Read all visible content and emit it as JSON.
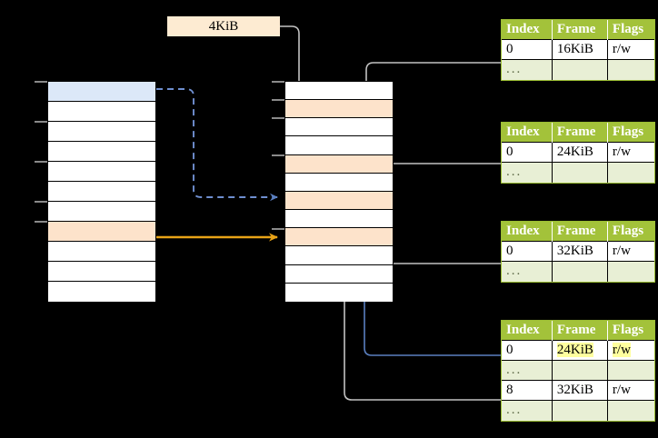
{
  "diagram": {
    "title_label": "4KiB",
    "colors": {
      "table_header_green": "#a3c23a",
      "table_ellipsis_green": "#e8efd5",
      "highlight_yellow": "#ffff9e",
      "cell_peach": "#fde3cb",
      "cell_blue": "#dce8f8",
      "arrow_orange": "#e8a317",
      "arrow_blue": "#5a7fc0",
      "arrow_gray": "#b3b3b3",
      "label_bg": "#fdebd2"
    },
    "left_column": {
      "name": "virtual-address-space-column",
      "row_count": 11,
      "rows": [
        {
          "index": 0,
          "fill": "blue",
          "label": ""
        },
        {
          "index": 1,
          "fill": "white",
          "label": ""
        },
        {
          "index": 2,
          "fill": "white",
          "label": ""
        },
        {
          "index": 3,
          "fill": "white",
          "label": ""
        },
        {
          "index": 4,
          "fill": "white",
          "label": ""
        },
        {
          "index": 5,
          "fill": "white",
          "label": ""
        },
        {
          "index": 6,
          "fill": "white",
          "label": ""
        },
        {
          "index": 7,
          "fill": "peach",
          "label": ""
        },
        {
          "index": 8,
          "fill": "white",
          "label": ""
        },
        {
          "index": 9,
          "fill": "white",
          "label": ""
        },
        {
          "index": 10,
          "fill": "white",
          "label": ""
        }
      ]
    },
    "middle_column": {
      "name": "physical-memory-column",
      "row_count": 12,
      "rows": [
        {
          "index": 0,
          "fill": "white",
          "label": ""
        },
        {
          "index": 1,
          "fill": "peach",
          "label": ""
        },
        {
          "index": 2,
          "fill": "white",
          "label": ""
        },
        {
          "index": 3,
          "fill": "white",
          "label": ""
        },
        {
          "index": 4,
          "fill": "peach",
          "label": ""
        },
        {
          "index": 5,
          "fill": "white",
          "label": ""
        },
        {
          "index": 6,
          "fill": "peach",
          "label": ""
        },
        {
          "index": 7,
          "fill": "white",
          "label": ""
        },
        {
          "index": 8,
          "fill": "peach",
          "label": ""
        },
        {
          "index": 9,
          "fill": "white",
          "label": ""
        },
        {
          "index": 10,
          "fill": "white",
          "label": ""
        },
        {
          "index": 11,
          "fill": "white",
          "label": ""
        }
      ]
    },
    "page_tables": [
      {
        "name": "page-table-1",
        "headers": [
          "Index",
          "Frame",
          "Flags"
        ],
        "rows": [
          {
            "cells": [
              "0",
              "16KiB",
              "r/w"
            ],
            "style": "normal",
            "highlight": [
              false,
              false,
              false
            ]
          },
          {
            "cells": [
              "...",
              "",
              ""
            ],
            "style": "ellipsis",
            "highlight": [
              false,
              false,
              false
            ]
          }
        ]
      },
      {
        "name": "page-table-2",
        "headers": [
          "Index",
          "Frame",
          "Flags"
        ],
        "rows": [
          {
            "cells": [
              "0",
              "24KiB",
              "r/w"
            ],
            "style": "normal",
            "highlight": [
              false,
              false,
              false
            ]
          },
          {
            "cells": [
              "...",
              "",
              ""
            ],
            "style": "ellipsis",
            "highlight": [
              false,
              false,
              false
            ]
          }
        ]
      },
      {
        "name": "page-table-3",
        "headers": [
          "Index",
          "Frame",
          "Flags"
        ],
        "rows": [
          {
            "cells": [
              "0",
              "32KiB",
              "r/w"
            ],
            "style": "normal",
            "highlight": [
              false,
              false,
              false
            ]
          },
          {
            "cells": [
              "...",
              "",
              ""
            ],
            "style": "ellipsis",
            "highlight": [
              false,
              false,
              false
            ]
          }
        ]
      },
      {
        "name": "page-table-4",
        "headers": [
          "Index",
          "Frame",
          "Flags"
        ],
        "rows": [
          {
            "cells": [
              "0",
              "24KiB",
              "r/w"
            ],
            "style": "normal",
            "highlight": [
              false,
              true,
              true
            ]
          },
          {
            "cells": [
              "...",
              "",
              ""
            ],
            "style": "ellipsis",
            "highlight": [
              false,
              false,
              false
            ]
          },
          {
            "cells": [
              "8",
              "32KiB",
              "r/w"
            ],
            "style": "normal",
            "highlight": [
              false,
              false,
              false
            ]
          },
          {
            "cells": [
              "...",
              "",
              ""
            ],
            "style": "ellipsis",
            "highlight": [
              false,
              false,
              false
            ]
          }
        ]
      }
    ]
  }
}
